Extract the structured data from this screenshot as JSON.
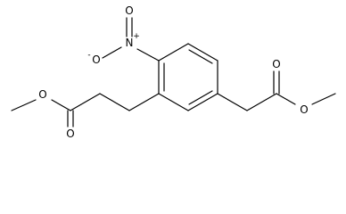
{
  "structure": {
    "ink_color": "#000000",
    "background_color": "#ffffff",
    "atoms": {
      "nitro_o_top": "O",
      "nitro_o_charge": "-",
      "nitro_n": "N",
      "nitro_n_charge": "+",
      "ester_left_o_single": "O",
      "ester_left_o_double": "O",
      "ester_right_o_double": "O",
      "ester_right_o_single": "O"
    }
  }
}
